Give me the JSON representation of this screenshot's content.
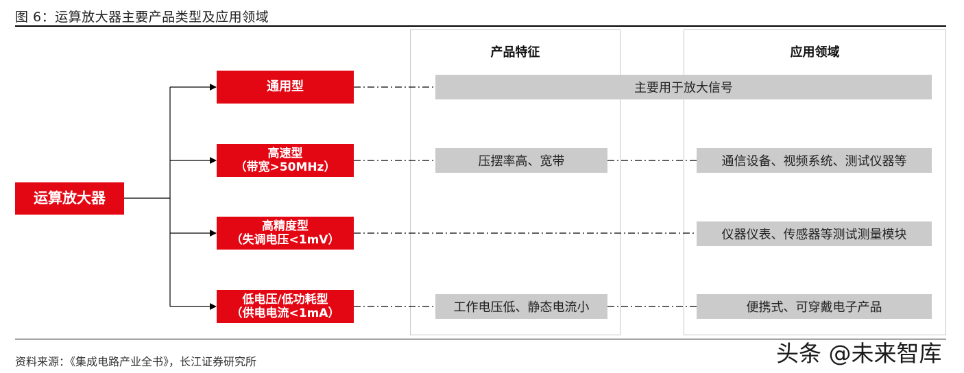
{
  "figure": {
    "title": "图 6：运算放大器主要产品类型及应用领域",
    "source": "资料来源：《集成电路产业全书》，长江证券研究所"
  },
  "root": {
    "label": "运算放大器"
  },
  "columns": {
    "features_header": "产品特征",
    "applications_header": "应用领域"
  },
  "products": [
    {
      "name": "通用型",
      "subtitle": ""
    },
    {
      "name": "高速型",
      "subtitle": "（带宽>50MHz）"
    },
    {
      "name": "高精度型",
      "subtitle": "（失调电压<1mV）"
    },
    {
      "name": "低电压/低功耗型",
      "subtitle": "（供电电流<1mA）"
    }
  ],
  "features": {
    "general_shared": "主要用于放大信号",
    "high_speed": "压摆率高、宽带",
    "low_power": "工作电压低、静态电流小"
  },
  "applications": {
    "high_speed": "通信设备、视频系统、测试仪器等",
    "high_precision": "仪器仪表、传感器等测试测量模块",
    "low_power": "便携式、可穿戴电子产品"
  },
  "watermark": "头条 @未来智库",
  "colors": {
    "red": "#e30613",
    "gray_box": "#cbcbcb",
    "panel_border": "#c4c4c4"
  }
}
